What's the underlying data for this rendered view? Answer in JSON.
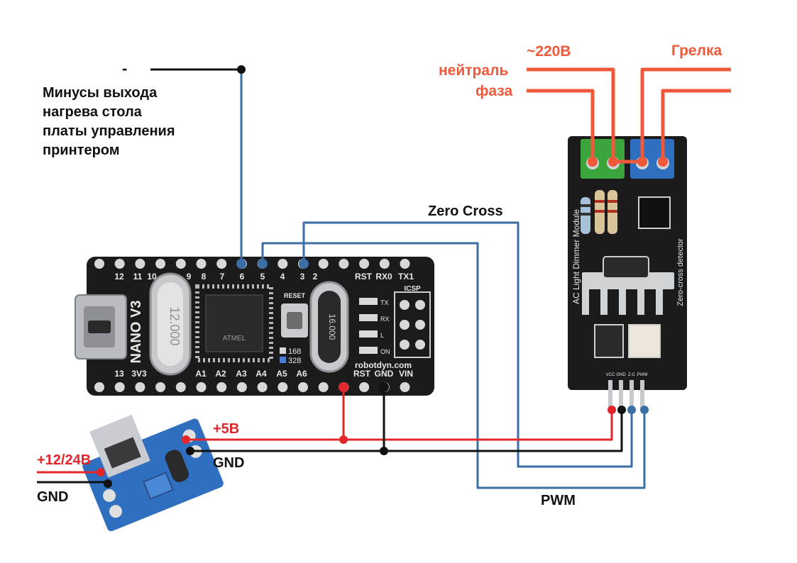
{
  "labels": {
    "minus": "-",
    "note_lines": [
      "Минусы выхода",
      "нагрева стола",
      "платы управления",
      "принтером"
    ],
    "zero_cross": "Zero Cross",
    "mains_voltage": "~220В",
    "neutral": "нейтраль",
    "phase": "фаза",
    "heater": "Грелка",
    "plus5v": "+5В",
    "gnd_converter": "GND",
    "input_voltage": "+12/24В",
    "gnd_input": "GND",
    "pwm": "PWM"
  },
  "nano": {
    "top_pins": [
      "12",
      "11",
      "10",
      "9",
      "8",
      "7",
      "6",
      "5",
      "4",
      "3",
      "2",
      "RST",
      "RX0",
      "TX1"
    ],
    "bottom_pins": [
      "13",
      "3V3",
      "A1",
      "A2",
      "A3",
      "A4",
      "A5",
      "A6",
      "RST",
      "GND",
      "VIN"
    ],
    "model": "NANO V3",
    "crystal_left": "12.000",
    "crystal_right": "16.000",
    "reset": "RESET",
    "brand": "robotdyn.com",
    "chip_168": "168",
    "chip_328": "328",
    "icsp": "ICSP",
    "leds": [
      "TX",
      "RX",
      "L",
      "ON"
    ]
  },
  "dimmer": {
    "module_title": "AC Light Dimmer Module",
    "detector": "Zero-cross detector",
    "pins": [
      "VCC",
      "GND",
      "Z-C",
      "PWM"
    ]
  },
  "colors": {
    "wire_blue": "#3a6ea5",
    "wire_red": "#e3262b",
    "wire_black": "#111111",
    "wire_orange": "#f0583a",
    "board_black": "#1b1b1b",
    "converter_blue": "#2f6fc0"
  }
}
